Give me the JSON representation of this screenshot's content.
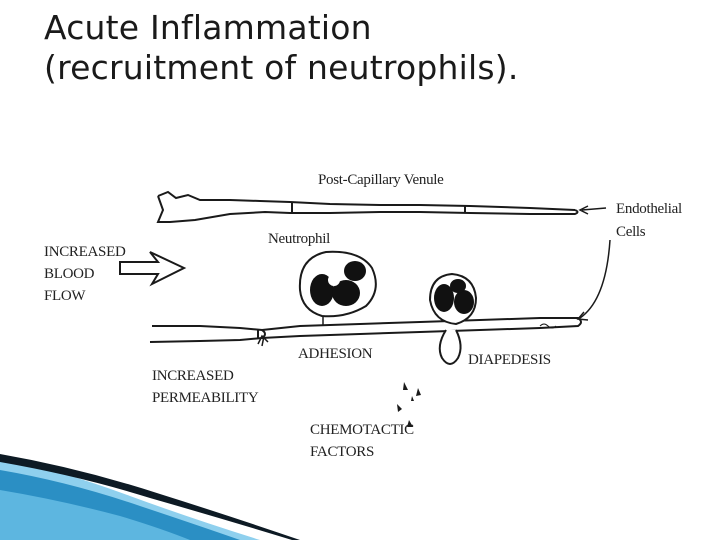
{
  "slide": {
    "title_line1": "Acute Inflammation",
    "title_line2": "(recruitment of neutrophils)."
  },
  "diagram": {
    "labels": {
      "venule": "Post-Capillary Venule",
      "endothelial_1": "Endothelial",
      "endothelial_2": "Cells",
      "neutrophil": "Neutrophil",
      "increased_blood_flow_1": "INCREASED",
      "increased_blood_flow_2": "BLOOD",
      "increased_blood_flow_3": "FLOW",
      "adhesion": "ADHESION",
      "diapedesis": "DIAPEDESIS",
      "increased_permeability_1": "INCREASED",
      "increased_permeability_2": "PERMEABILITY",
      "chemotactic_1": "CHEMOTACTIC",
      "chemotactic_2": "FACTORS"
    }
  },
  "colors": {
    "ink": "#1a1a1a",
    "wave_dark": "#0d1a24",
    "wave_blue": "#2b8fc4",
    "wave_light": "#8fd0ee"
  }
}
